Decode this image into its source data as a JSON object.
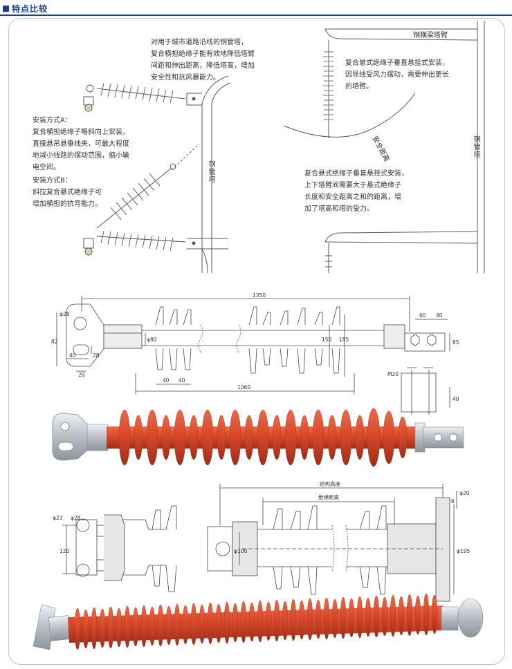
{
  "section": {
    "title": "特点比较"
  },
  "left_panel": {
    "desc_lines": [
      "对用于城市道路沿线的钢管塔，",
      "复合横担绝缘子能有效地降低塔臂",
      "间距和伸出距离，降低塔高，增加",
      "安全性和抗风暴能力。"
    ],
    "method_a_lines": [
      "安装方式A：",
      "复合横担绝缘子略斜向上安装，",
      "直接悬吊悬垂线夹，可最大程度",
      "地减小线路的摆动范围，缩小输",
      "电空间。"
    ],
    "method_b_lines": [
      "安装方式B：",
      "斜拉复合悬式绝缘子可",
      "增加横担的抗弯能力。"
    ],
    "tower_label": "钢管塔"
  },
  "right_panel": {
    "beam_label": "钢横梁塔臂",
    "desc1_lines": [
      "复合悬式绝缘子垂直悬挂式安装，",
      "因导线受风力摆动，需要伸出更长",
      "的塔臂。"
    ],
    "safe_distance_label": "安全距离",
    "tower_label": "钢管塔",
    "desc2_lines": [
      "复合悬式绝缘子垂直悬挂式安装，",
      "上下塔臂间需要大于悬式绝缘子",
      "长度和安全距离之和的距离，增",
      "加了塔高和塔的受力。"
    ]
  },
  "drawing1": {
    "overall_length": "1350",
    "hole_dia": "φ28",
    "dim_82": "82",
    "dim_40a": "40",
    "dim_28a": "28",
    "dim_28b": "28",
    "rod_dia": "φ80",
    "dim_150": "150",
    "dim_185": "185",
    "shed_40a": "40",
    "shed_40b": "40",
    "insulation_length": "1060",
    "end_60": "60",
    "end_40": "40",
    "end_85": "85",
    "bolt": "M20",
    "end_40b": "40"
  },
  "drawing2": {
    "structure_height": "结构高度",
    "insulation_distance": "绝缘距离",
    "dim_23": "φ23",
    "dim_28": "φ28",
    "dim_120": "120",
    "dim_100": "φ100",
    "dim_6": "6",
    "dim_20": "φ20",
    "dim_195": "φ195"
  },
  "colors": {
    "accent": "#1b3f8f",
    "rubber": "#d9492b",
    "rubber_dark": "#a8321c",
    "metal": "#c9cdd2"
  }
}
